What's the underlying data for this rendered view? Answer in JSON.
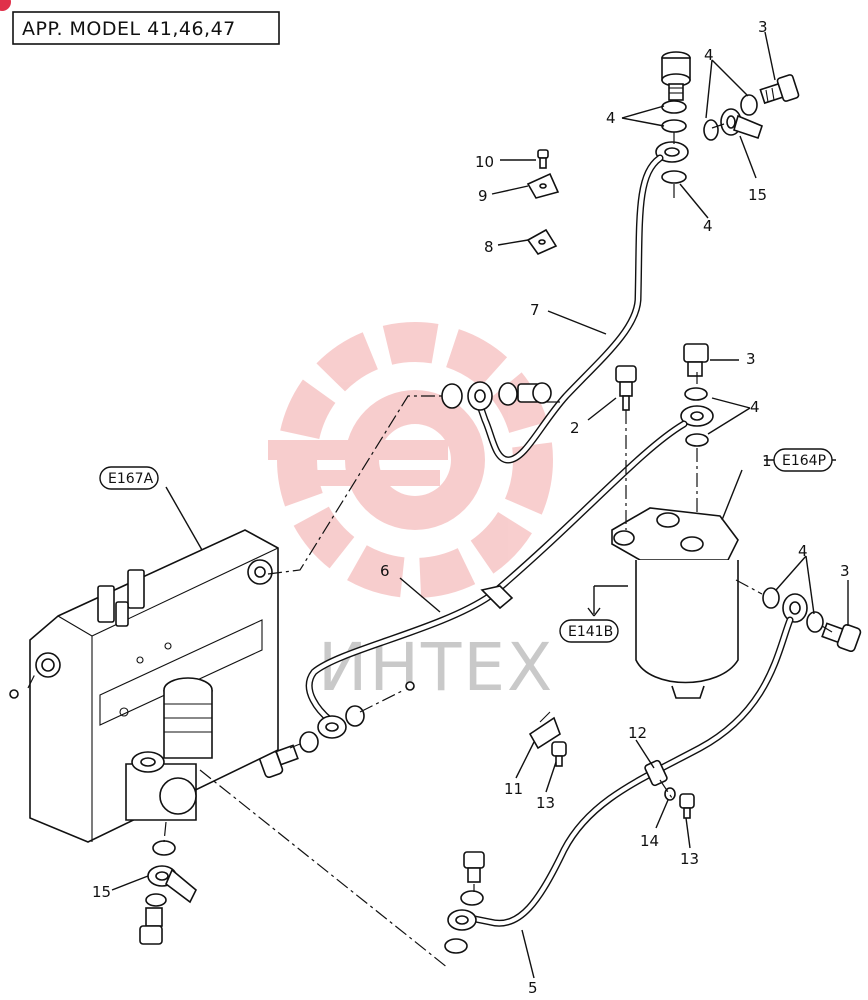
{
  "header": {
    "model_label": "APP. MODEL 41,46,47"
  },
  "watermark": {
    "text": "ИНТЕХ",
    "color": "#f2a6a6"
  },
  "callouts": {
    "c1": "1",
    "c2": "2",
    "c3a": "3",
    "c3b": "3",
    "c3c": "3",
    "c4a": "4",
    "c4b": "4",
    "c4c": "4",
    "c4d": "4",
    "c4e": "4",
    "c5": "5",
    "c6": "6",
    "c7": "7",
    "c8": "8",
    "c9": "9",
    "c10": "10",
    "c11": "11",
    "c12": "12",
    "c13a": "13",
    "c13b": "13",
    "c14": "14",
    "c15a": "15",
    "c15b": "15"
  },
  "refs": {
    "pump": "E167A",
    "filter": "E164P",
    "pipe_ref": "E141B"
  }
}
